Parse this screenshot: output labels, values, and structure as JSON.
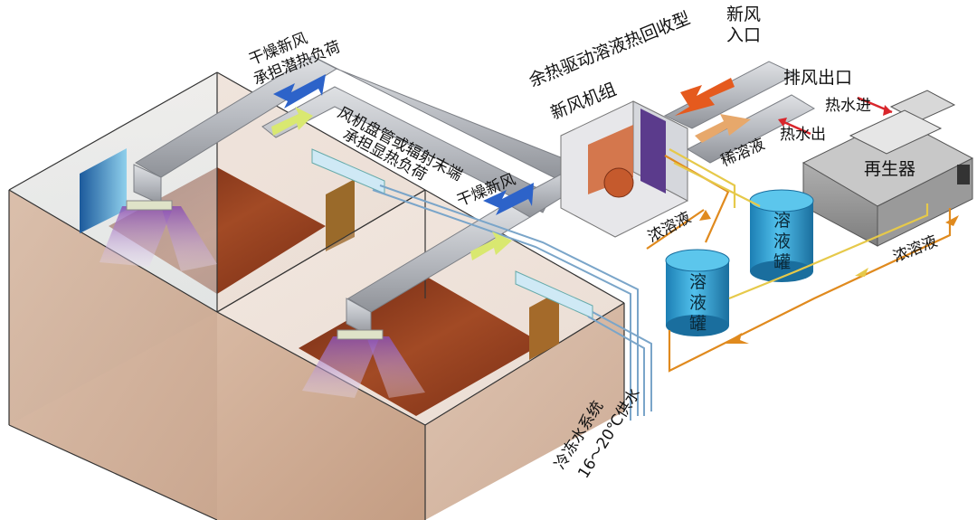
{
  "labels": {
    "fresh_air_inlet_1": "新风",
    "fresh_air_inlet_2": "入口",
    "exhaust_outlet": "排风出口",
    "hot_water_in": "热水进",
    "hot_water_out": "热水出",
    "regenerator": "再生器",
    "dilute_solution": "稀溶液",
    "concentrated_solution_left": "浓溶液",
    "concentrated_solution_right": "浓溶液",
    "unit_title_1": "余热驱动溶液热回收型",
    "unit_title_2": "新风机组",
    "dry_air_top_1": "干燥新风",
    "dry_air_top_2": "承担潜热负荷",
    "dry_air_mid": "干燥新风",
    "fancoil_1": "风机盘管或辐射末端",
    "fancoil_2": "承担显热负荷",
    "tank_a": [
      "溶",
      "液",
      "罐"
    ],
    "tank_b": [
      "溶",
      "液",
      "罐"
    ],
    "chilled_1": "冷冻水系统",
    "chilled_2": "16～20℃供水"
  },
  "colors": {
    "duct": "#b9bcc2",
    "floor": "#8e3a1c",
    "tank": "#2a9bd0",
    "pipe_orange": "#e08a1e",
    "pipe_yellow": "#e6c94a",
    "arrow_red": "#d9262c",
    "arrow_blue": "#2d63c9"
  }
}
